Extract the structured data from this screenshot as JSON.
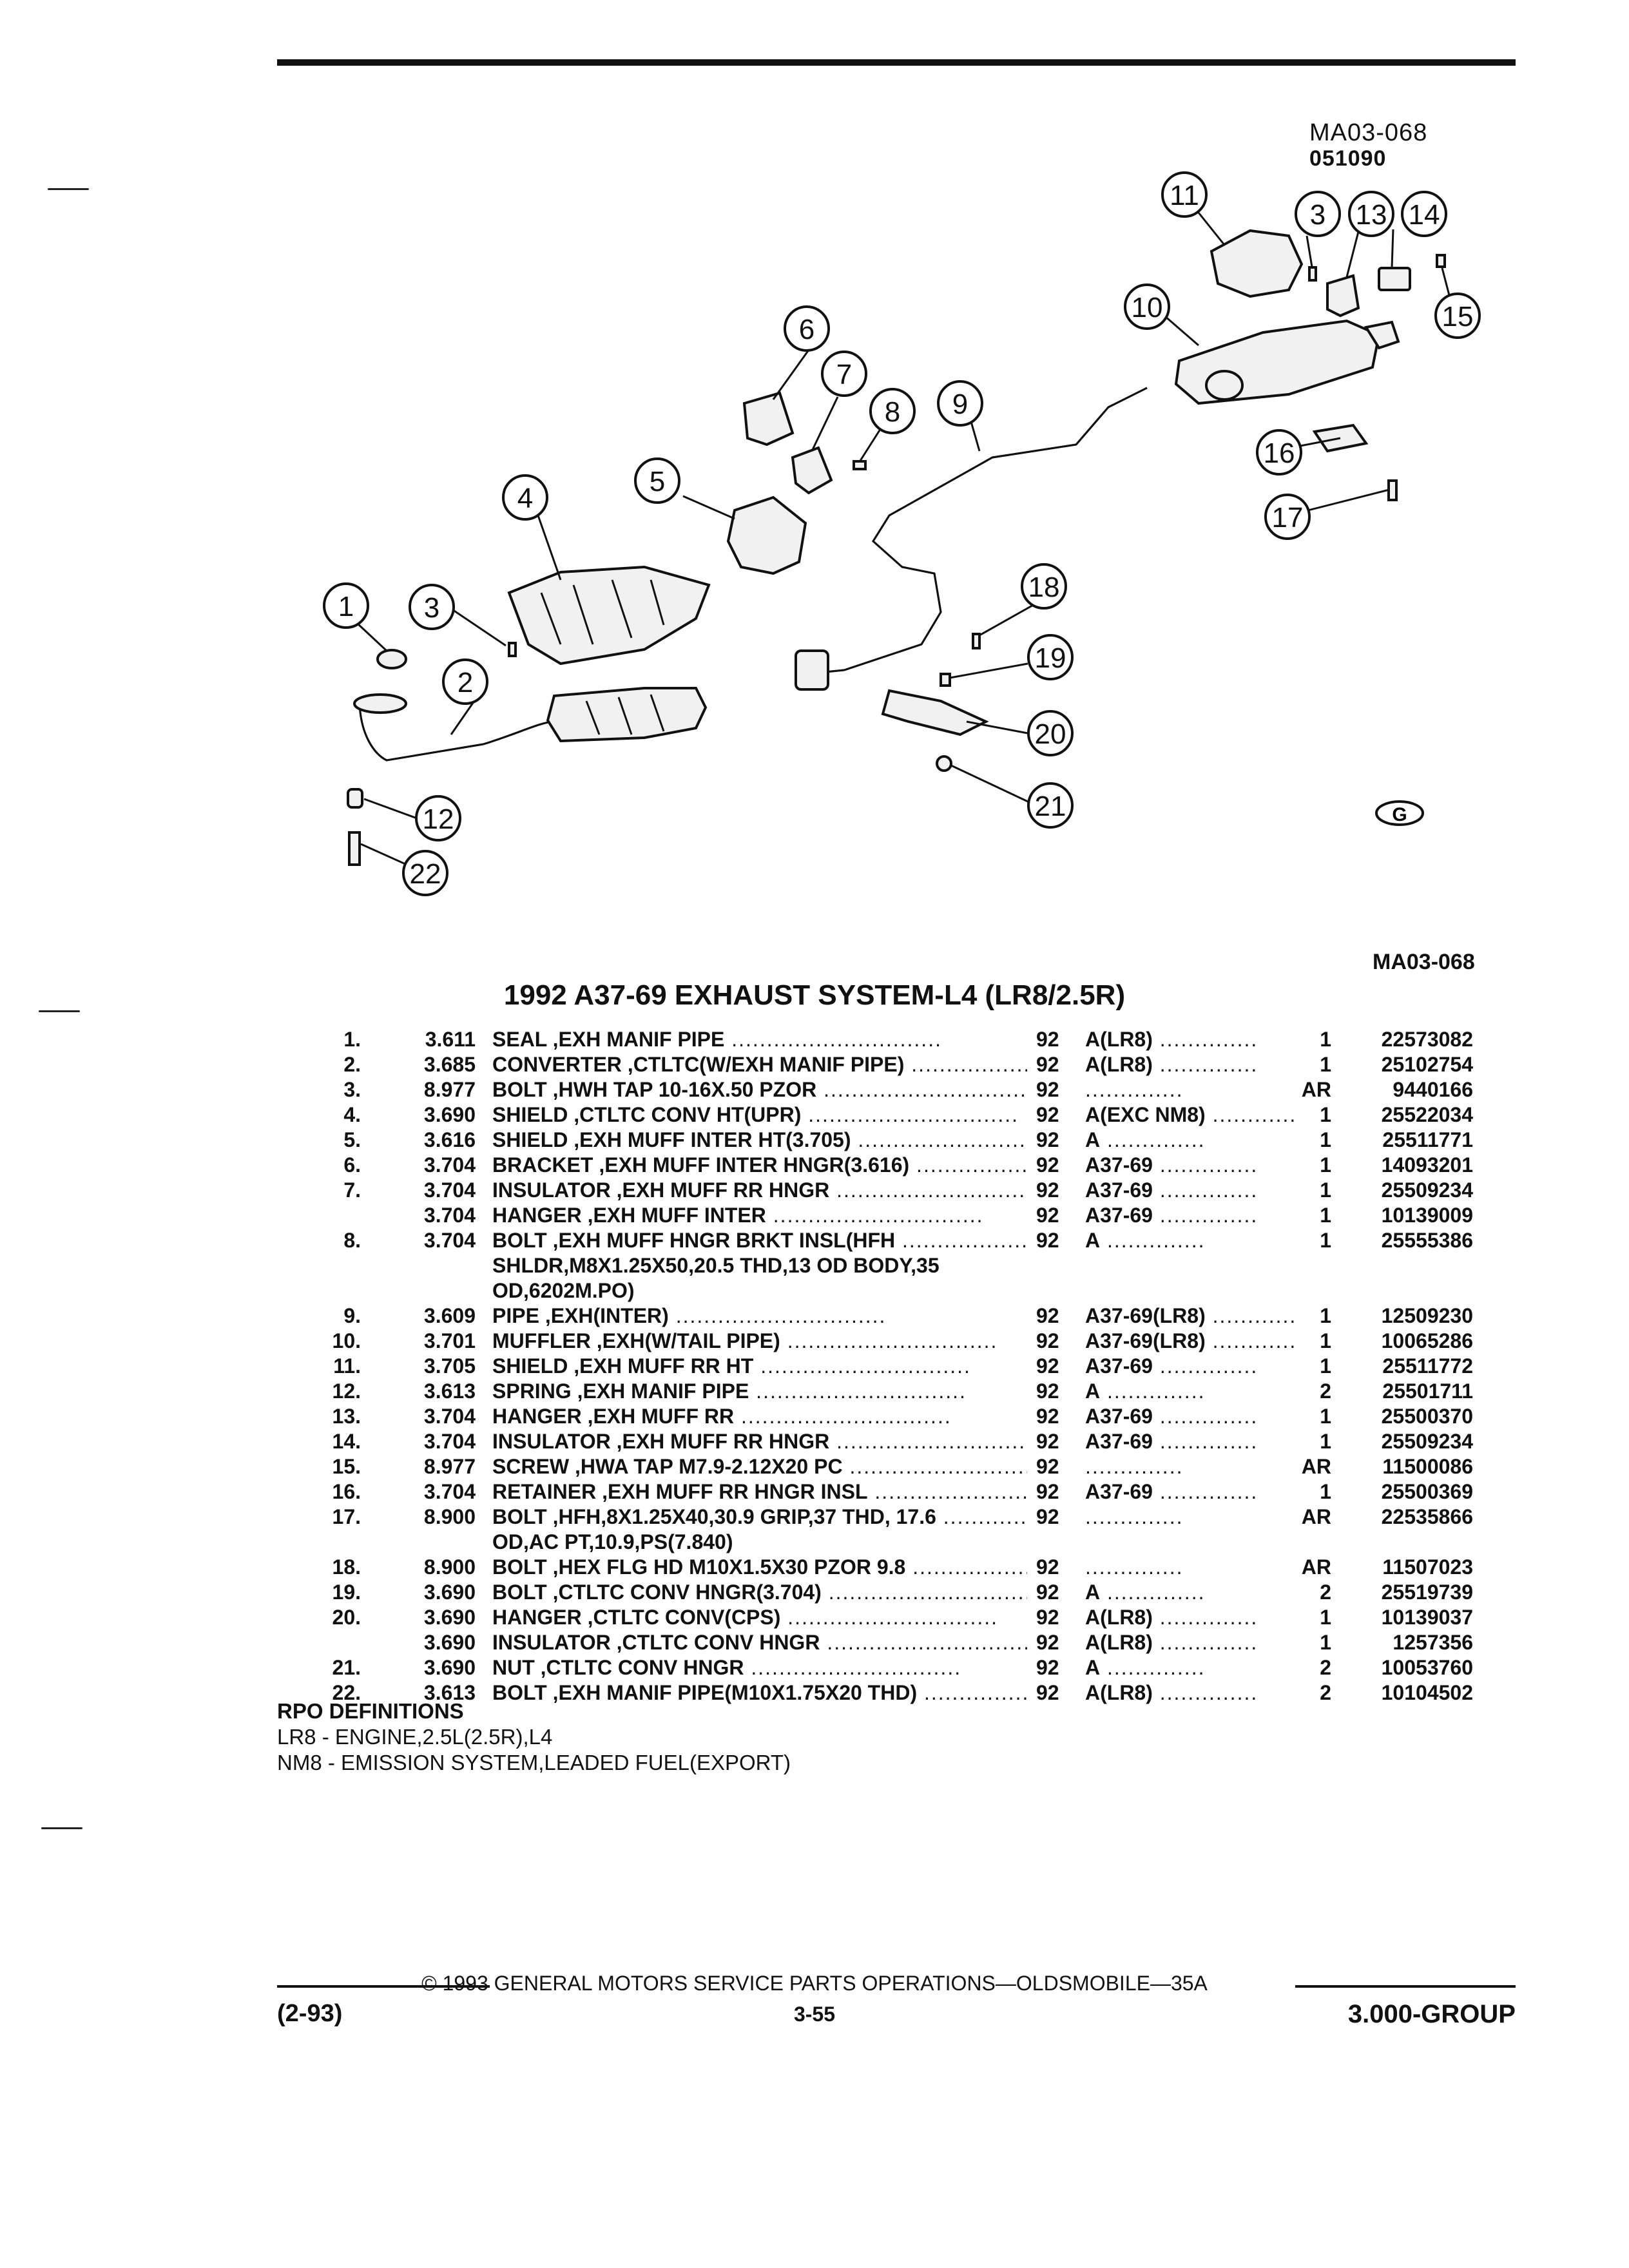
{
  "figure": {
    "id_top": "MA03-068",
    "id_sub": "051090",
    "id_bottom": "MA03-068",
    "logo": "G",
    "callouts": [
      "1",
      "2",
      "3",
      "3",
      "4",
      "5",
      "6",
      "7",
      "8",
      "9",
      "10",
      "11",
      "12",
      "13",
      "14",
      "15",
      "16",
      "17",
      "18",
      "19",
      "20",
      "21",
      "22"
    ]
  },
  "title": "1992 A37-69 EXHAUST SYSTEM-L4 (LR8/2.5R)",
  "parts": [
    {
      "item": "1.",
      "group": "3.611",
      "name": "SEAL",
      "detail": " ,EXH MANIF PIPE",
      "year": "92",
      "app": "A(LR8)",
      "qty": "1",
      "part_no": "22573082"
    },
    {
      "item": "2.",
      "group": "3.685",
      "name": "CONVERTER",
      "detail": " ,CTLTC(W/EXH MANIF PIPE)",
      "year": "92",
      "app": "A(LR8)",
      "qty": "1",
      "part_no": "25102754"
    },
    {
      "item": "3.",
      "group": "8.977",
      "name": "BOLT",
      "detail": " ,HWH TAP 10-16X.50 PZOR",
      "year": "92",
      "app": "",
      "qty": "AR",
      "part_no": "9440166"
    },
    {
      "item": "4.",
      "group": "3.690",
      "name": "SHIELD",
      "detail": " ,CTLTC CONV HT(UPR)",
      "year": "92",
      "app": "A(EXC NM8)",
      "qty": "1",
      "part_no": "25522034"
    },
    {
      "item": "5.",
      "group": "3.616",
      "name": "SHIELD",
      "detail": " ,EXH MUFF INTER HT(3.705)",
      "year": "92",
      "app": "A",
      "qty": "1",
      "part_no": "25511771"
    },
    {
      "item": "6.",
      "group": "3.704",
      "name": "BRACKET",
      "detail": " ,EXH MUFF INTER HNGR(3.616)",
      "year": "92",
      "app": "A37-69",
      "qty": "1",
      "part_no": "14093201"
    },
    {
      "item": "7.",
      "group": "3.704",
      "name": "INSULATOR",
      "detail": " ,EXH MUFF RR HNGR",
      "year": "92",
      "app": "A37-69",
      "qty": "1",
      "part_no": "25509234"
    },
    {
      "item": "",
      "group": "3.704",
      "name": "HANGER",
      "detail": " ,EXH MUFF INTER",
      "year": "92",
      "app": "A37-69",
      "qty": "1",
      "part_no": "10139009"
    },
    {
      "item": "8.",
      "group": "3.704",
      "name": "BOLT",
      "detail": " ,EXH MUFF HNGR BRKT INSL(HFH",
      "year": "92",
      "app": "A",
      "qty": "1",
      "part_no": "25555386"
    },
    {
      "item": "",
      "group": "",
      "name": "",
      "detail": "SHLDR,M8X1.25X50,20.5 THD,13 OD BODY,35",
      "year": "",
      "app": "",
      "qty": "",
      "part_no": "",
      "cont": true
    },
    {
      "item": "",
      "group": "",
      "name": "",
      "detail": "OD,6202M.PO)",
      "year": "",
      "app": "",
      "qty": "",
      "part_no": "",
      "cont": true
    },
    {
      "item": "9.",
      "group": "3.609",
      "name": "PIPE",
      "detail": " ,EXH(INTER)",
      "year": "92",
      "app": "A37-69(LR8)",
      "qty": "1",
      "part_no": "12509230"
    },
    {
      "item": "10.",
      "group": "3.701",
      "name": "MUFFLER",
      "detail": " ,EXH(W/TAIL PIPE)",
      "year": "92",
      "app": "A37-69(LR8)",
      "qty": "1",
      "part_no": "10065286"
    },
    {
      "item": "11.",
      "group": "3.705",
      "name": "SHIELD",
      "detail": " ,EXH MUFF RR HT",
      "year": "92",
      "app": "A37-69",
      "qty": "1",
      "part_no": "25511772"
    },
    {
      "item": "12.",
      "group": "3.613",
      "name": "SPRING",
      "detail": " ,EXH MANIF PIPE",
      "year": "92",
      "app": "A",
      "qty": "2",
      "part_no": "25501711"
    },
    {
      "item": "13.",
      "group": "3.704",
      "name": "HANGER",
      "detail": " ,EXH MUFF RR",
      "year": "92",
      "app": "A37-69",
      "qty": "1",
      "part_no": "25500370"
    },
    {
      "item": "14.",
      "group": "3.704",
      "name": "INSULATOR",
      "detail": " ,EXH MUFF RR HNGR",
      "year": "92",
      "app": "A37-69",
      "qty": "1",
      "part_no": "25509234"
    },
    {
      "item": "15.",
      "group": "8.977",
      "name": "SCREW",
      "detail": " ,HWA TAP M7.9-2.12X20 PC",
      "year": "92",
      "app": "",
      "qty": "AR",
      "part_no": "11500086"
    },
    {
      "item": "16.",
      "group": "3.704",
      "name": "RETAINER",
      "detail": " ,EXH MUFF RR HNGR INSL",
      "year": "92",
      "app": "A37-69",
      "qty": "1",
      "part_no": "25500369"
    },
    {
      "item": "17.",
      "group": "8.900",
      "name": "BOLT",
      "detail": " ,HFH,8X1.25X40,30.9 GRIP,37 THD, 17.6",
      "year": "92",
      "app": "",
      "qty": "AR",
      "part_no": "22535866"
    },
    {
      "item": "",
      "group": "",
      "name": "",
      "detail": "OD,AC PT,10.9,PS(7.840)",
      "year": "",
      "app": "",
      "qty": "",
      "part_no": "",
      "cont": true
    },
    {
      "item": "18.",
      "group": "8.900",
      "name": "BOLT",
      "detail": " ,HEX FLG HD M10X1.5X30 PZOR 9.8",
      "year": "92",
      "app": "",
      "qty": "AR",
      "part_no": "11507023"
    },
    {
      "item": "19.",
      "group": "3.690",
      "name": "BOLT",
      "detail": " ,CTLTC CONV HNGR(3.704)",
      "year": "92",
      "app": "A",
      "qty": "2",
      "part_no": "25519739"
    },
    {
      "item": "20.",
      "group": "3.690",
      "name": "HANGER",
      "detail": " ,CTLTC CONV(CPS)",
      "year": "92",
      "app": "A(LR8)",
      "qty": "1",
      "part_no": "10139037"
    },
    {
      "item": "",
      "group": "3.690",
      "name": "INSULATOR",
      "detail": " ,CTLTC CONV HNGR",
      "year": "92",
      "app": "A(LR8)",
      "qty": "1",
      "part_no": "1257356"
    },
    {
      "item": "21.",
      "group": "3.690",
      "name": "NUT",
      "detail": " ,CTLTC CONV HNGR",
      "year": "92",
      "app": "A",
      "qty": "2",
      "part_no": "10053760"
    },
    {
      "item": "22.",
      "group": "3.613",
      "name": "BOLT",
      "detail": " ,EXH MANIF PIPE(M10X1.75X20 THD)",
      "year": "92",
      "app": "A(LR8)",
      "qty": "2",
      "part_no": "10104502"
    }
  ],
  "rpo": {
    "heading": "RPO DEFINITIONS",
    "lines": [
      "LR8 - ENGINE,2.5L(2.5R),L4",
      "NM8 - EMISSION SYSTEM,LEADED FUEL(EXPORT)"
    ]
  },
  "footer": {
    "copyright": "© 1993 GENERAL MOTORS SERVICE PARTS OPERATIONS—OLDSMOBILE—35A",
    "date": "(2-93)",
    "page": "3-55",
    "group": "3.000-GROUP"
  }
}
